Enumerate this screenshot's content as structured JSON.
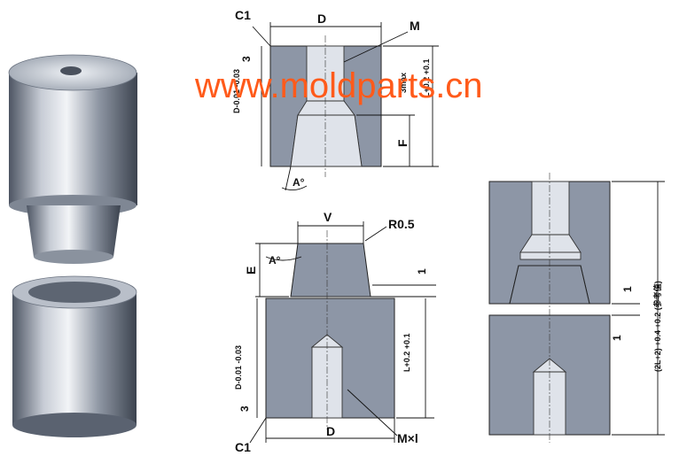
{
  "watermark": "www.moldparts.cn",
  "labels": {
    "c1": "C1",
    "d": "D",
    "m": "M",
    "three": "3",
    "three_max": "3max",
    "d_tol": "D-0.01 -0.03",
    "l_tol": "L+0.2 +0.1",
    "f": "F",
    "a_deg": "A°",
    "v": "V",
    "r05": "R0.5",
    "e": "E",
    "one": "1",
    "m_x_l": "M×l",
    "two_l": "(2L+2) +0.4 +0.2 (参考值)"
  },
  "colors": {
    "body": "#8d96a6",
    "hole": "#dfe3ea",
    "watermark": "#ff5a1a",
    "metal_light": "#e8ecf2",
    "metal_dark": "#5a6270"
  }
}
